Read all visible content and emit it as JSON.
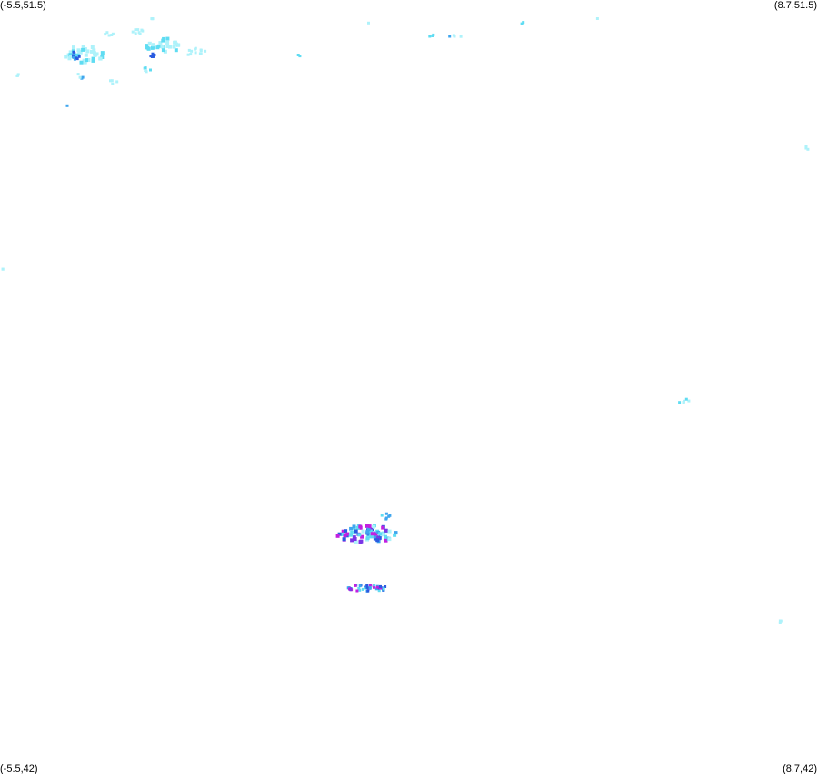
{
  "map": {
    "corners": {
      "top_left": "(-5.5,51.5)",
      "top_right": "(8.7,51.5)",
      "bottom_left": "(-5.5,42)",
      "bottom_right": "(8.7,42)"
    },
    "palette": {
      "background": "#ffffff",
      "light_cyan": "#aef2fa",
      "cyan": "#5fdcf2",
      "sky_blue": "#3fa6ee",
      "blue": "#2a5be0",
      "violet": "#7a36e6",
      "magenta": "#c21fe0"
    }
  }
}
